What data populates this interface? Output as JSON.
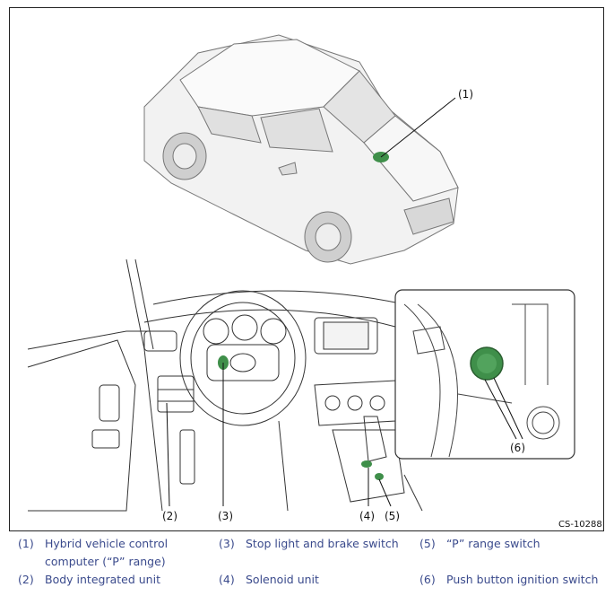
{
  "figure": {
    "code": "CS-10288",
    "callouts": [
      "(1)",
      "(2)",
      "(3)",
      "(4)",
      "(5)",
      "(6)"
    ]
  },
  "legend": [
    {
      "num": "(1)",
      "text": "Hybrid vehicle control computer (“P” range)"
    },
    {
      "num": "(2)",
      "text": "Body integrated unit"
    },
    {
      "num": "(3)",
      "text": "Stop light and brake switch"
    },
    {
      "num": "(4)",
      "text": "Solenoid unit"
    },
    {
      "num": "(5)",
      "text": "“P” range switch"
    },
    {
      "num": "(6)",
      "text": "Push button ignition switch"
    }
  ],
  "colors": {
    "highlight_green": "#3f8f4a",
    "legend_text": "#3a4a8c",
    "line": "#333333"
  }
}
